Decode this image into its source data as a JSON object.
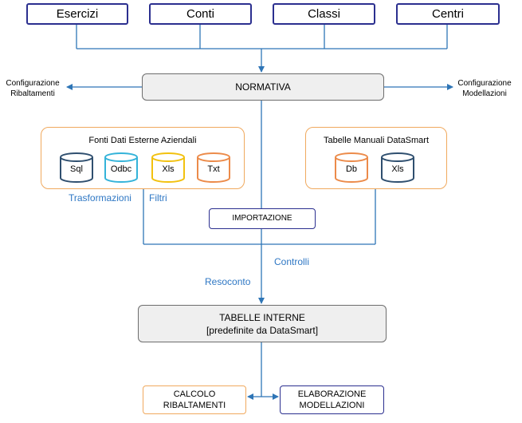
{
  "top": [
    "Esercizi",
    "Conti",
    "Classi",
    "Centri"
  ],
  "normativa": "NORMATIVA",
  "config_left": {
    "line1": "Configurazione",
    "line2": "Ribaltamenti"
  },
  "config_right": {
    "line1": "Configurazione",
    "line2": "Modellazioni"
  },
  "fonti": {
    "title": "Fonti Dati Esterne Aziendali",
    "items": [
      {
        "label": "Sql",
        "color": "#2f4f6f"
      },
      {
        "label": "Odbc",
        "color": "#34b3d9"
      },
      {
        "label": "Xls",
        "color": "#f2c10f"
      },
      {
        "label": "Txt",
        "color": "#ec8b4a"
      }
    ]
  },
  "tabelle_manuali": {
    "title": "Tabelle Manuali DataSmart",
    "items": [
      {
        "label": "Db",
        "color": "#ec8b4a"
      },
      {
        "label": "Xls",
        "color": "#2f4f6f"
      }
    ]
  },
  "labels": {
    "trasformazioni": "Trasformazioni",
    "filtri": "Filtri",
    "controlli": "Controlli",
    "resoconto": "Resoconto"
  },
  "importazione": "IMPORTAZIONE",
  "tabelle_interne": {
    "line1": "TABELLE INTERNE",
    "line2": "[predefinite da DataSmart]"
  },
  "calcolo": {
    "line1": "CALCOLO",
    "line2": "RIBALTAMENTI"
  },
  "elaborazione": {
    "line1": "ELABORAZIONE",
    "line2": "MODELLAZIONI"
  },
  "colors": {
    "navy": "#2b2f8f",
    "orange": "#f0a95e",
    "line": "#2e75b6",
    "blue_text": "#2e77c4"
  }
}
